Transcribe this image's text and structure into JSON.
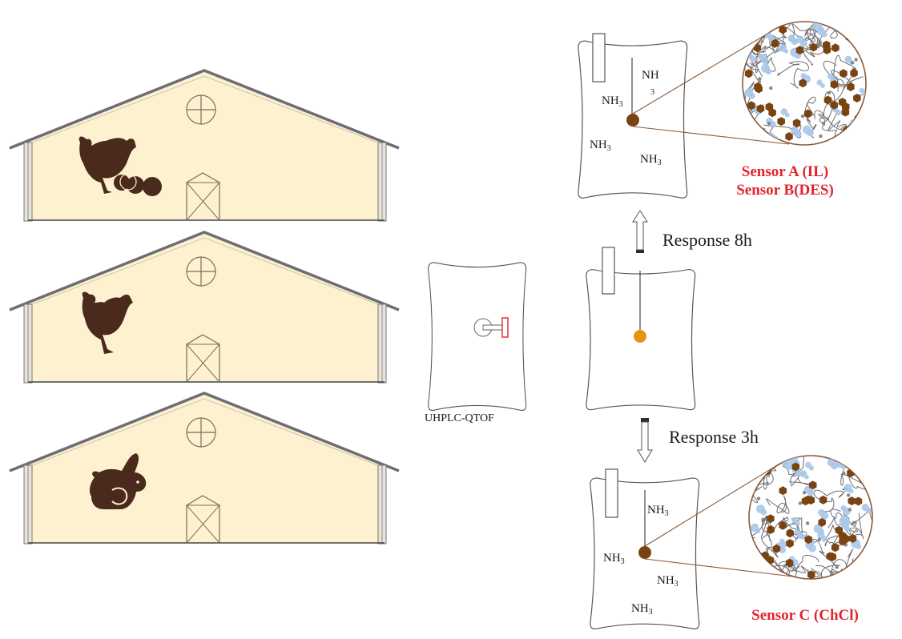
{
  "colors": {
    "barn_fill": "#fdf1cf",
    "roof": "#6d6d74",
    "animal": "#4a2a1d",
    "sensor_unreacted": "#e8920f",
    "sensor_reacted": "#7a4312",
    "label_red": "#e3232a",
    "pore_blue": "#a8c8ea",
    "particle_brown": "#7a4312"
  },
  "barns": [
    {
      "animal": "laying-hen-with-eggs-icon"
    },
    {
      "animal": "broiler-chicken-icon"
    },
    {
      "animal": "rabbit-icon"
    }
  ],
  "sampling_bag": {
    "instrument_label": "UHPLC-QTOF"
  },
  "reaction_top": {
    "time_label": "Response 8h",
    "gas_labels": {
      "a": "NH",
      "a_sub": "3",
      "b": "NH",
      "b_sub": "3",
      "c": "NH",
      "c_sub": "3",
      "d": "NH",
      "d_sub": "3"
    },
    "sensor_lines": [
      "Sensor A (IL)",
      "Sensor B(DES)"
    ]
  },
  "reaction_bottom": {
    "time_label": "Response 3h",
    "gas_labels": {
      "a": "NH",
      "a_sub": "3",
      "b": "NH",
      "b_sub": "3",
      "c": "NH",
      "c_sub": "3",
      "d": "NH",
      "d_sub": "3"
    },
    "sensor_lines": [
      "Sensor C (ChCl)"
    ]
  }
}
